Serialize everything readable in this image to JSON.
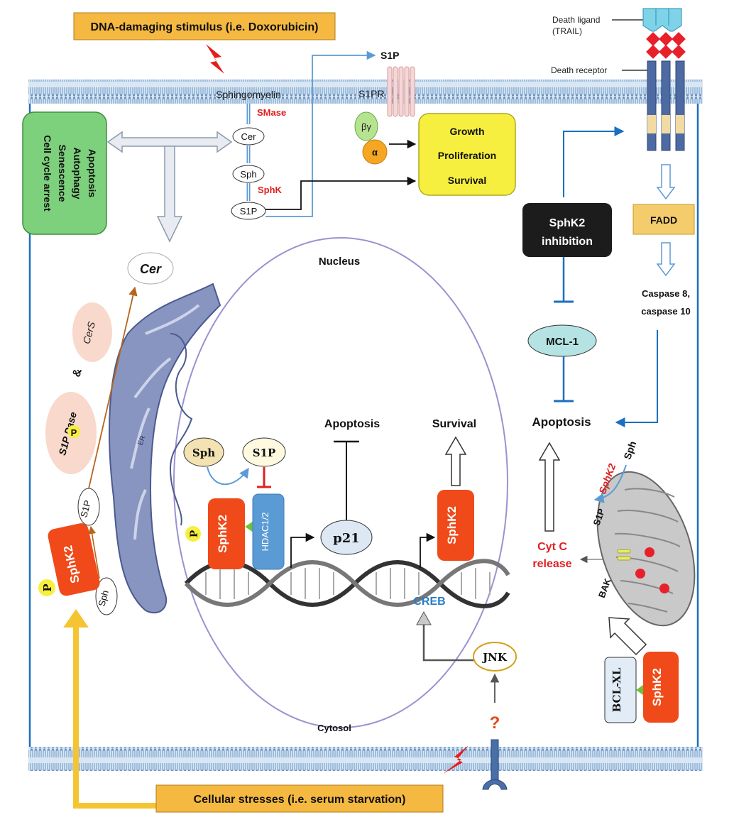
{
  "stimulus": {
    "top": "DNA-damaging stimulus (i.e. Doxorubicin)",
    "bottom": "Cellular stresses (i.e. serum starvation)"
  },
  "membrane": {
    "sphingomyelin": "Sphingomyelin",
    "smase": "SMase",
    "cer": "Cer",
    "sph": "Sph",
    "sphk": "SphK",
    "s1p": "S1P",
    "s1p_out": "S1P",
    "s1pr": "S1PR",
    "bg": "βγ",
    "alpha": "α"
  },
  "growth_box": {
    "line1": "Growth",
    "line2": "Proliferation",
    "line3": "Survival"
  },
  "green_box": {
    "line1": "Apoptosis",
    "line2": "Autophagy",
    "line3": "Senescence",
    "line4": "Cell cycle arrest"
  },
  "er": {
    "cer": "Cer",
    "cers": "CerS",
    "amp": "&",
    "s1ppase": "S1P Pase",
    "pase_p": "P",
    "s1p": "S1P",
    "sph": "Sph",
    "sphk2": "SphK2",
    "p": "P",
    "er_label": "ER"
  },
  "nucleus": {
    "title": "Nucleus",
    "apoptosis": "Apoptosis",
    "survival": "Survival",
    "sph": "Sph",
    "s1p": "S1P",
    "sphk2": "SphK2",
    "p": "P",
    "hdac": "HDAC1/2",
    "p21": "p21",
    "sphk2_right": "SphK2",
    "creb": "CREB",
    "cytosol": "Cytosol"
  },
  "right": {
    "death_ligand": "Death ligand",
    "trail": "(TRAIL)",
    "death_receptor": "Death receptor",
    "fadd": "FADD",
    "caspase_l1": "Caspase 8,",
    "caspase_l2": "caspase 10",
    "sphk2_inhibition_l1": "SphK2",
    "sphk2_inhibition_l2": "inhibition",
    "mcl1": "MCL-1",
    "apoptosis": "Apoptosis",
    "cytc_l1": "Cyt C",
    "cytc_l2": "release",
    "s1p": "S1P",
    "bak": "BAK",
    "sphk2_mito": "SphK2",
    "sph_mito": "Sph",
    "bclxl": "BCL-XL",
    "sphk2_bcl": "SphK2",
    "jnk": "JNK",
    "question": "?"
  },
  "colors": {
    "orange_box": "#f5b942",
    "sphk2_red": "#f04a1a",
    "green": "#7dd17c",
    "yellow": "#f7ef3f",
    "membrane_blue": "#8fb5d8",
    "nucleus_line": "#9a92d0",
    "arrow_blue": "#1a6fc0"
  }
}
